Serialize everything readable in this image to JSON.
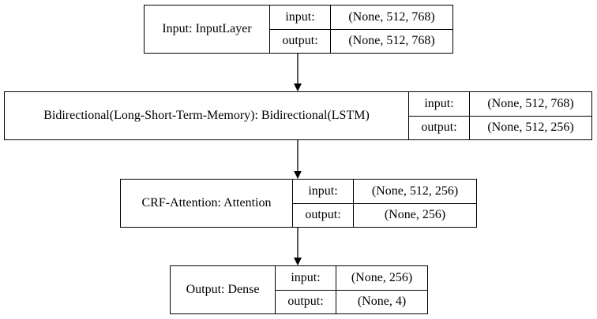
{
  "nodes": [
    {
      "name": "Input: InputLayer",
      "input_label": "input:",
      "input_value": "(None, 512, 768)",
      "output_label": "output:",
      "output_value": "(None, 512, 768)"
    },
    {
      "name": "Bidirectional(Long-Short-Term-Memory): Bidirectional(LSTM)",
      "input_label": "input:",
      "input_value": "(None, 512, 768)",
      "output_label": "output:",
      "output_value": "(None, 512, 256)"
    },
    {
      "name": "CRF-Attention: Attention",
      "input_label": "input:",
      "input_value": "(None, 512, 256)",
      "output_label": "output:",
      "output_value": "(None, 256)"
    },
    {
      "name": "Output: Dense",
      "input_label": "input:",
      "input_value": "(None, 256)",
      "output_label": "output:",
      "output_value": "(None, 4)"
    }
  ]
}
